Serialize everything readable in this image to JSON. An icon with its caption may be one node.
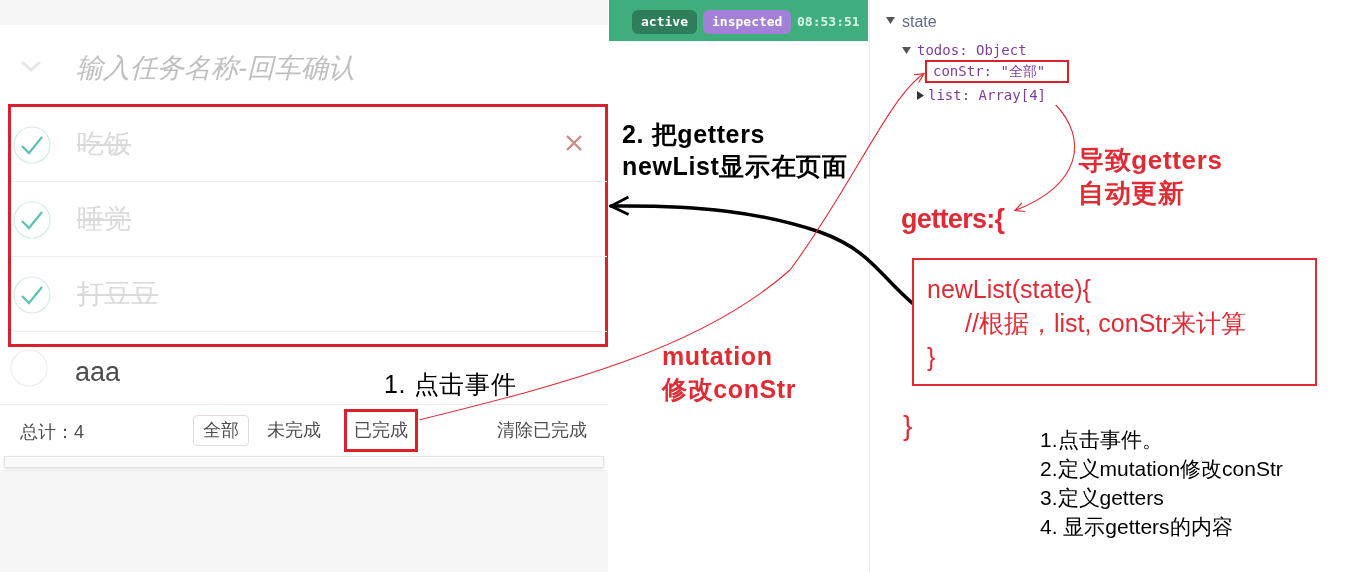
{
  "diagram": {
    "nodes": [
      {
        "text": [],
        "shape": "box"
      },
      {
        "text": [
          "吃饭"
        ],
        "in": 0
      },
      {
        "text": [
          "睡觉"
        ],
        "in": 0
      },
      {
        "text": [
          "打豆豆"
        ],
        "in": 0
      },
      {
        "text": [
          "已完成"
        ]
      },
      {
        "text": [
          "conStr: \"全部\""
        ]
      },
      {
        "text": [
          "list: Array[4]"
        ]
      },
      {
        "text": [
          "getters:{"
        ]
      },
      {
        "text": [
          "newList(state){",
          "//根据，list, conStr来计算",
          "}"
        ]
      }
    ],
    "edges": [
      {
        "from": 8,
        "to": 0,
        "arrow": "to",
        "label": "2. 把getters newList显示在页面",
        "style": "thick",
        "color": "#000000"
      },
      {
        "from": 4,
        "to": 5,
        "arrow": "to",
        "label": "mutation 修改conStr"
      },
      {
        "from": 6,
        "to": 7,
        "arrow": "to",
        "label": "导致getters 自动更新"
      }
    ],
    "labels": [
      "输入任务名称-回车确认",
      "aaa",
      "总计：4",
      "全部",
      "未完成",
      "清除已完成",
      "active",
      "inspected",
      "08:53:51",
      "state",
      "todos: Object",
      "1. 点击事件",
      "}",
      "1.点击事件。",
      "2.定义mutation修改conStr",
      "3.定义getters",
      "4. 显示getters的内容"
    ]
  }
}
